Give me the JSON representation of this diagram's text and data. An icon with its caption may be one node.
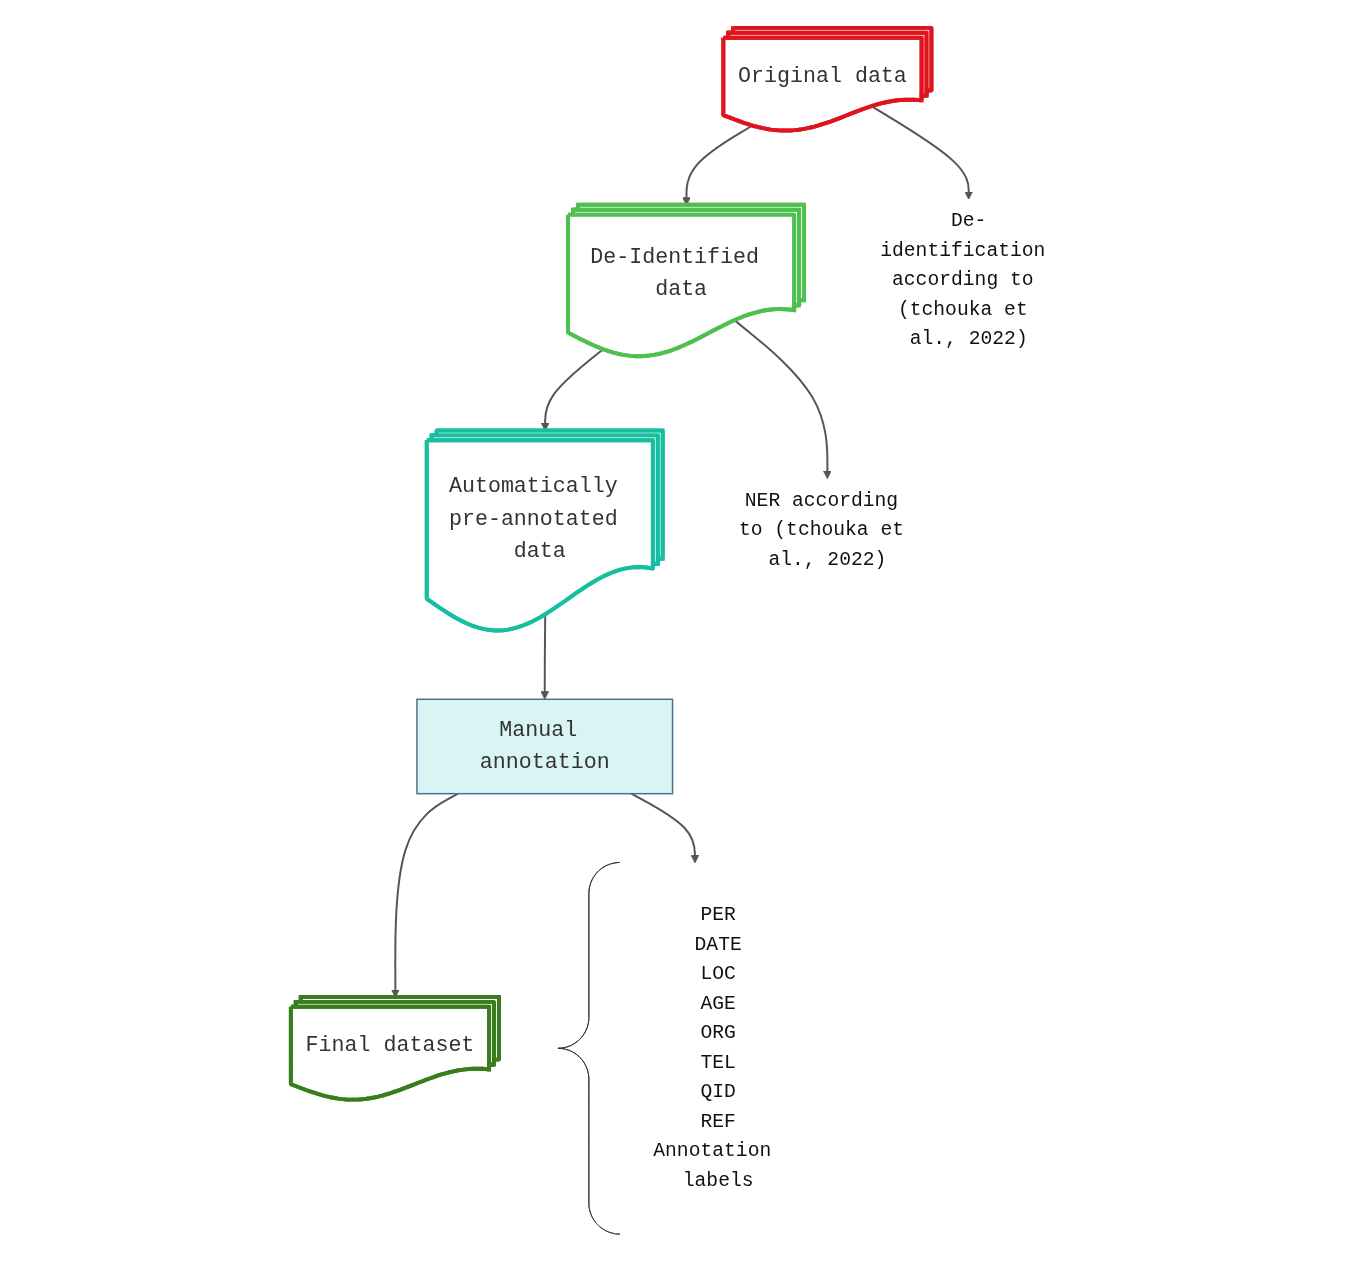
{
  "diagram": {
    "nodes": [
      {
        "text": [
          "Original data"
        ]
      },
      {
        "text": [
          "De-Identified data"
        ]
      },
      {
        "text": [
          "Automatically pre-annotated data"
        ]
      },
      {
        "text": [
          "De-identification according to (tchouka et al., 2022)"
        ]
      },
      {
        "text": [
          "NER according to (tchouka et al., 2022)"
        ]
      },
      {
        "text": [
          "Manual annotation"
        ]
      },
      {
        "text": [
          "Final dataset"
        ]
      },
      {
        "text": [
          "PER",
          "DATE",
          "LOC",
          "AGE",
          "ORG",
          "TEL",
          "QID",
          "REF",
          "Annotation labels"
        ]
      }
    ],
    "edges": [
      {
        "from": 0,
        "to": 1,
        "arrow": "to"
      },
      {
        "from": 0,
        "to": 3,
        "arrow": "to"
      },
      {
        "from": 1,
        "to": 2,
        "arrow": "to"
      },
      {
        "from": 1,
        "to": 4,
        "arrow": "to"
      },
      {
        "from": 2,
        "to": 5,
        "arrow": "to"
      },
      {
        "from": 5,
        "to": 6,
        "arrow": "to"
      },
      {
        "from": 5,
        "to": 7,
        "arrow": "to"
      }
    ]
  }
}
